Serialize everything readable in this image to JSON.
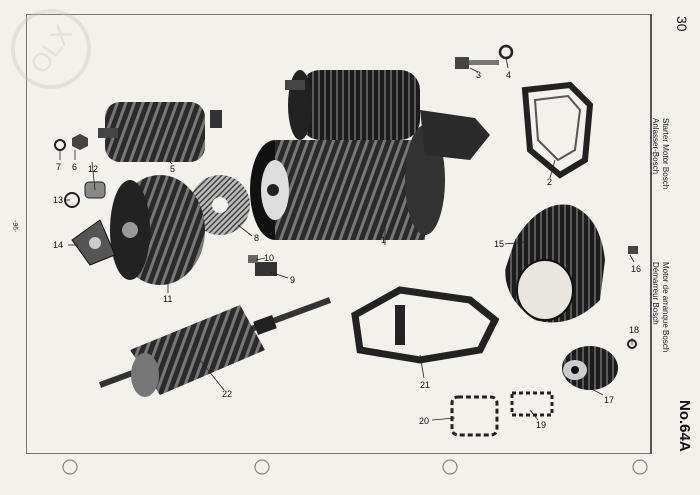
{
  "page": {
    "page_number": "30",
    "plate_label": "No.64A",
    "margin_note": "-96-"
  },
  "watermark": {
    "text": "OLX"
  },
  "legend": {
    "line1": "Anlasser-Bosch",
    "line2": "Starter Motor Bosch",
    "line3": "Démarreur Bosch",
    "line4": "Motor de arranque Bosch"
  },
  "callouts": [
    "1",
    "2",
    "3",
    "4",
    "5",
    "6",
    "7",
    "8",
    "9",
    "10",
    "11",
    "12",
    "13",
    "14",
    "15",
    "16",
    "17",
    "18",
    "19",
    "20",
    "21",
    "22"
  ]
}
